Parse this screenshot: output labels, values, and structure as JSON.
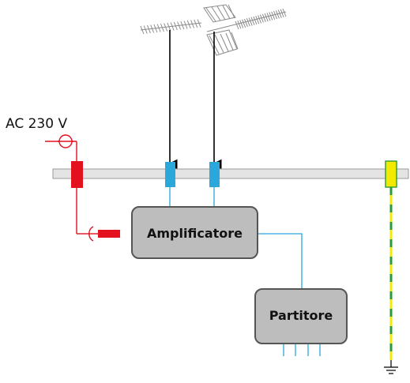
{
  "labels": {
    "power": "AC 230 V",
    "amplifier": "Amplificatore",
    "splitter": "Partitore"
  },
  "colors": {
    "bus_bar_fill": "#e4e4e4",
    "bus_bar_stroke": "#9a9a9a",
    "power_red": "#e3101f",
    "signal_blue": "#2aa8dc",
    "box_fill": "#bdbdbd",
    "box_stroke": "#555555",
    "ground_yellow": "#f2ea00",
    "ground_green": "#2a9b3a",
    "antenna": "#8a8a8a",
    "lead": "#000000"
  },
  "icons": {
    "antenna_left": "yagi-antenna-icon",
    "antenna_right": "crossed-yagi-antenna-icon",
    "ground": "ground-symbol-icon",
    "power_plug": "plug-icon",
    "power_socket": "socket-icon"
  },
  "splitter_outputs": 4
}
